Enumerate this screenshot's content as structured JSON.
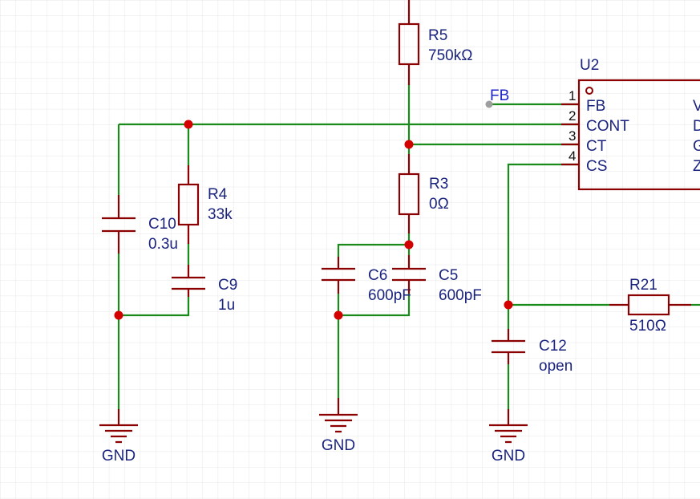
{
  "colors": {
    "background": "#ffffff",
    "grid": "#e7e7e7",
    "wire": "#1a8a1a",
    "component": "#8b0000",
    "junction": "#d40000",
    "label": "#1a237e",
    "net_label": "#1e24c8"
  },
  "components": {
    "r5": {
      "ref": "R5",
      "value": "750kΩ"
    },
    "r4": {
      "ref": "R4",
      "value": "33k"
    },
    "r3": {
      "ref": "R3",
      "value": "0Ω"
    },
    "r21": {
      "ref": "R21",
      "value": "510Ω"
    },
    "c10": {
      "ref": "C10",
      "value": "0.3u"
    },
    "c9": {
      "ref": "C9",
      "value": "1u"
    },
    "c6": {
      "ref": "C6",
      "value": "600pF"
    },
    "c5": {
      "ref": "C5",
      "value": "600pF"
    },
    "c12": {
      "ref": "C12",
      "value": "open"
    }
  },
  "ic": {
    "ref": "U2",
    "pins": [
      {
        "num": "1",
        "name": "FB"
      },
      {
        "num": "2",
        "name": "CONT"
      },
      {
        "num": "3",
        "name": "CT"
      },
      {
        "num": "4",
        "name": "CS"
      }
    ],
    "right_pins_clipped": [
      "V",
      "D",
      "G",
      "Z"
    ]
  },
  "net_labels": {
    "fb": "FB"
  },
  "grounds": [
    {
      "label": "GND"
    },
    {
      "label": "GND"
    },
    {
      "label": "GND"
    }
  ]
}
